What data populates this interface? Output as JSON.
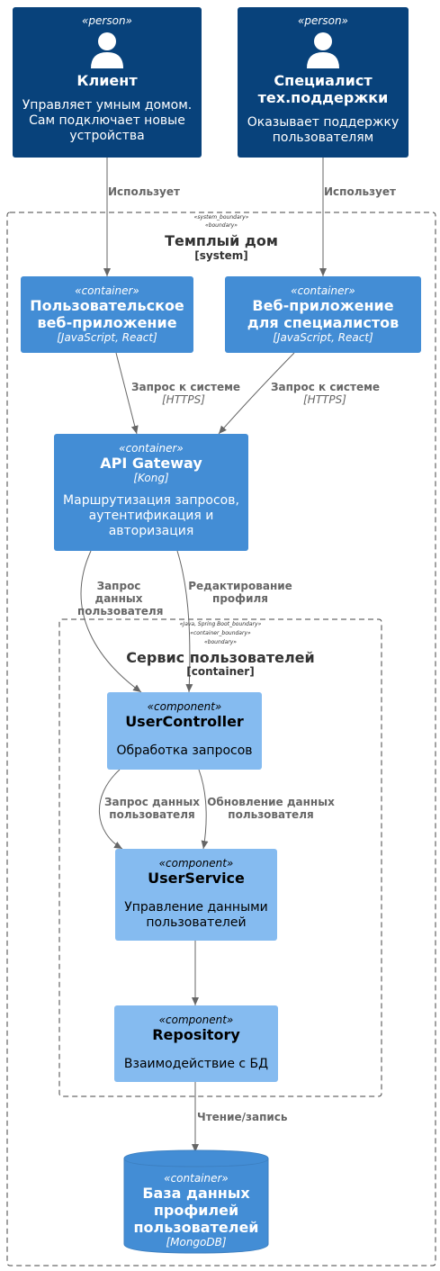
{
  "persons": [
    {
      "stereotype": "«person»",
      "name": "Клиент",
      "description": "Управляет умным домом. Сам подключает новые устройства"
    },
    {
      "stereotype": "«person»",
      "name": "Специалист тех.поддержки",
      "description": "Оказывает поддержку пользователям"
    }
  ],
  "system_boundary": {
    "tags": [
      "«system_boundary»",
      "«boundary»"
    ],
    "title": "Темплый дом",
    "kind": "[system]"
  },
  "containers": [
    {
      "stereotype": "«container»",
      "name": "Пользовательское веб-приложение",
      "tech": "[JavaScript, React]"
    },
    {
      "stereotype": "«container»",
      "name": "Веб-приложение для специалистов",
      "tech": "[JavaScript, React]"
    },
    {
      "stereotype": "«container»",
      "name": "API Gateway",
      "tech": "[Kong]",
      "description": "Маршрутизация запросов, аутентификация и авторизация"
    }
  ],
  "container_boundary": {
    "tags": [
      "«Java, Spring Boot_boundary»",
      "«container_boundary»",
      "«boundary»"
    ],
    "title": "Сервис пользователей",
    "kind": "[container]"
  },
  "components": [
    {
      "stereotype": "«component»",
      "name": "UserController",
      "description": "Обработка запросов"
    },
    {
      "stereotype": "«component»",
      "name": "UserService",
      "description": "Управление данными пользователей"
    },
    {
      "stereotype": "«component»",
      "name": "Repository",
      "description": "Взаимодействие с БД"
    }
  ],
  "database": {
    "stereotype": "«container»",
    "name": "База данных профилей пользователей",
    "tech": "[MongoDB]"
  },
  "edges": [
    {
      "label": "Использует"
    },
    {
      "label": "Использует"
    },
    {
      "label": "Запрос к системе",
      "tech": "[HTTPS]"
    },
    {
      "label": "Запрос к системе",
      "tech": "[HTTPS]"
    },
    {
      "label": "Запрос данных пользователя"
    },
    {
      "label": "Редактирование профиля"
    },
    {
      "label": "Запрос данных пользователя"
    },
    {
      "label": "Обновление данных пользователя"
    },
    {
      "label": "Чтение/запись"
    }
  ],
  "colors": {
    "person": "#08427b",
    "container": "#438dd5",
    "component": "#85bbf0",
    "edge": "#666666"
  }
}
